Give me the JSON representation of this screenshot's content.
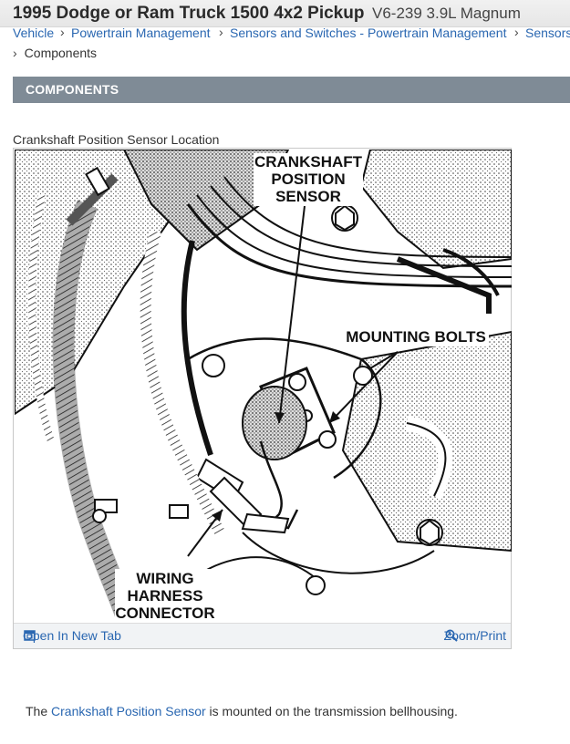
{
  "header": {
    "title": "1995 Dodge or Ram Truck 1500 4x2 Pickup",
    "engine": "V6-239 3.9L Magnum"
  },
  "breadcrumb": {
    "items": [
      "Vehicle",
      "Powertrain Management",
      "Sensors and Switches - Powertrain Management",
      "Sensors"
    ],
    "current": "Components"
  },
  "section": {
    "title": "COMPONENTS"
  },
  "figure": {
    "caption": "Crankshaft Position Sensor Location",
    "labels": {
      "sensor": [
        "CRANKSHAFT",
        "POSITION",
        "SENSOR"
      ],
      "bolts": "MOUNTING BOLTS",
      "connector": [
        "WIRING",
        "HARNESS",
        "CONNECTOR"
      ]
    },
    "open_tab_label": "Open In New Tab",
    "zoom_label": "Zoom/Print",
    "icons": {
      "open": "open-new-tab-icon",
      "zoom": "magnifier-icon"
    }
  },
  "description": {
    "before": "The ",
    "link": "Crankshaft Position Sensor",
    "after": " is mounted on the transmission bellhousing."
  }
}
